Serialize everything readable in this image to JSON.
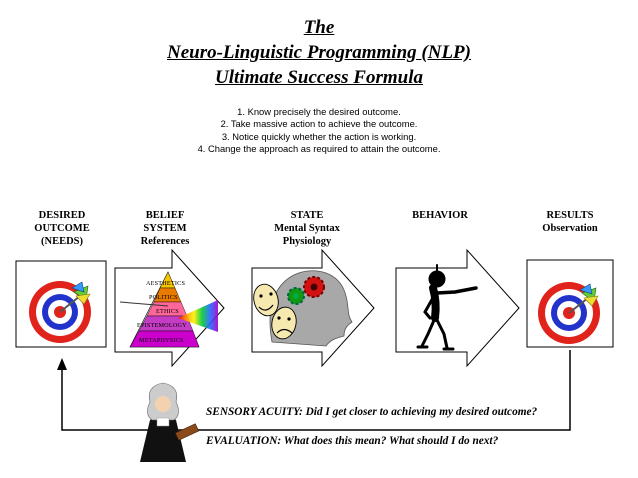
{
  "title": {
    "line1": "The",
    "line2": "Neuro-Linguistic Programming (NLP)",
    "line3": "Ultimate Success Formula"
  },
  "steps": [
    "1. Know precisely the desired outcome.",
    "2. Take massive action to achieve the outcome.",
    "3. Notice quickly whether the action is working.",
    "4. Change the approach as required to attain the outcome."
  ],
  "columns": {
    "desired": [
      "DESIRED",
      "OUTCOME",
      "(NEEDS)"
    ],
    "belief": [
      "BELIEF",
      "SYSTEM",
      "References"
    ],
    "state": [
      "STATE",
      "Mental Syntax",
      "Physiology"
    ],
    "behavior": [
      "BEHAVIOR"
    ],
    "results": [
      "RESULTS",
      "Observation"
    ]
  },
  "pyramid_levels": [
    "AESTHETICS",
    "POLITICS",
    "ETHICS",
    "EPISTEMOLOGY",
    "METAPHYSICS"
  ],
  "feedback": {
    "sensory": "SENSORY ACUITY: Did I get closer to achieving my desired outcome?",
    "evaluation": "EVALUATION: What does this mean?  What should I do next?"
  },
  "colors": {
    "target_red": "#e0231b",
    "target_blue": "#2233cc",
    "pyramid": [
      "#f4c400",
      "#e87a00",
      "#ff6699",
      "#c43cc4",
      "#cc00cc"
    ],
    "gear_red": "#d41111",
    "gear_green": "#119911"
  }
}
